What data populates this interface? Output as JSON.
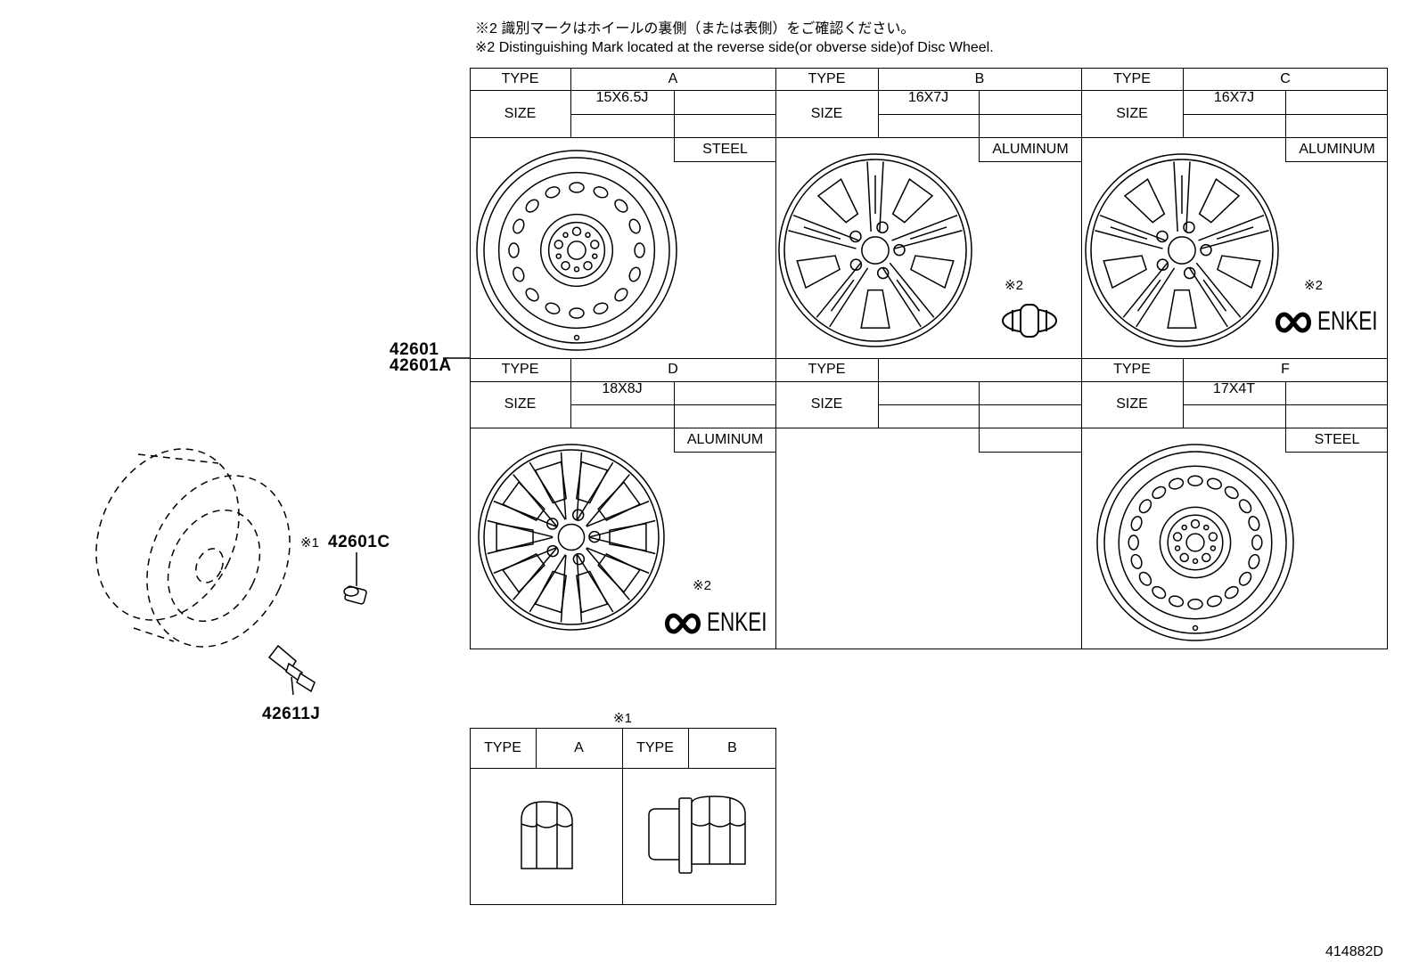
{
  "notes": {
    "jp": "※2 識別マークはホイールの裏側（または表側）をご確認ください。",
    "en": "※2 Distinguishing Mark located at the reverse side(or obverse side)of Disc Wheel."
  },
  "wheel_table": {
    "type_label": "TYPE",
    "size_label": "SIZE",
    "cells": [
      {
        "type": "A",
        "size": "15X6.5J",
        "material": "STEEL",
        "mark": ""
      },
      {
        "type": "B",
        "size": "16X7J",
        "material": "ALUMINUM",
        "mark": "※2"
      },
      {
        "type": "C",
        "size": "16X7J",
        "material": "ALUMINUM",
        "mark": "※2"
      },
      {
        "type": "D",
        "size": "18X8J",
        "material": "ALUMINUM",
        "mark": "※2"
      },
      {
        "type": "",
        "size": "",
        "material": "",
        "mark": ""
      },
      {
        "type": "F",
        "size": "17X4T",
        "material": "STEEL",
        "mark": ""
      }
    ],
    "brand_text": "ENKEI"
  },
  "nut_table": {
    "mark": "※1",
    "type_label": "TYPE",
    "types": [
      "A",
      "B"
    ]
  },
  "part_numbers": {
    "wheel_1": "42601",
    "wheel_2": "42601A",
    "cap_prefix": "※1",
    "cap": "42601C",
    "valve": "42611J"
  },
  "diagram_id": "414882D"
}
